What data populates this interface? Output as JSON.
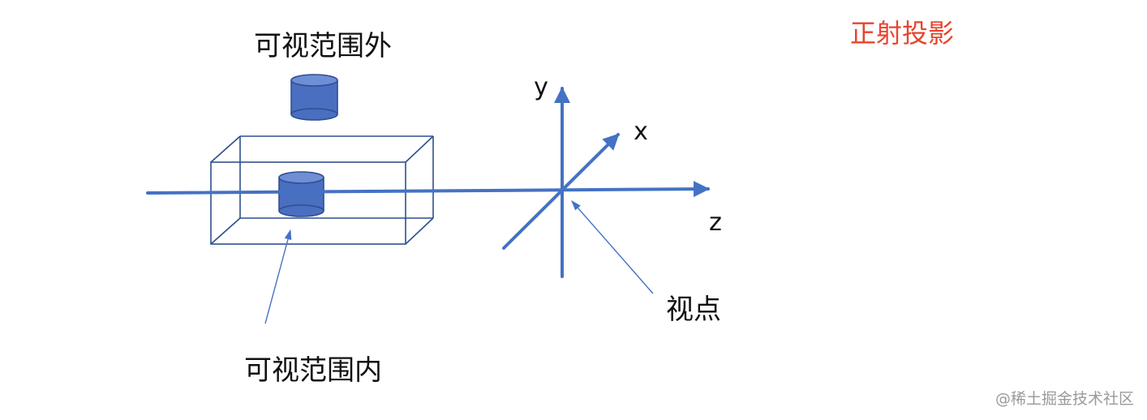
{
  "title": "正射投影",
  "labels": {
    "outside_view": "可视范围外",
    "inside_view": "可视范围内",
    "viewpoint": "视点",
    "axis_x": "x",
    "axis_y": "y",
    "axis_z": "z"
  },
  "watermark": "@稀土掘金技术社区",
  "colors": {
    "title": "#e8442d",
    "axis": "#4472c4",
    "box_edge": "#2f4f8f",
    "cylinder_fill": "#4a6fc0",
    "cylinder_stroke": "#2f4f8f",
    "cylinder_top": "#6e8fd6",
    "pointer": "#4472c4",
    "watermark": "#9a9a9a"
  }
}
